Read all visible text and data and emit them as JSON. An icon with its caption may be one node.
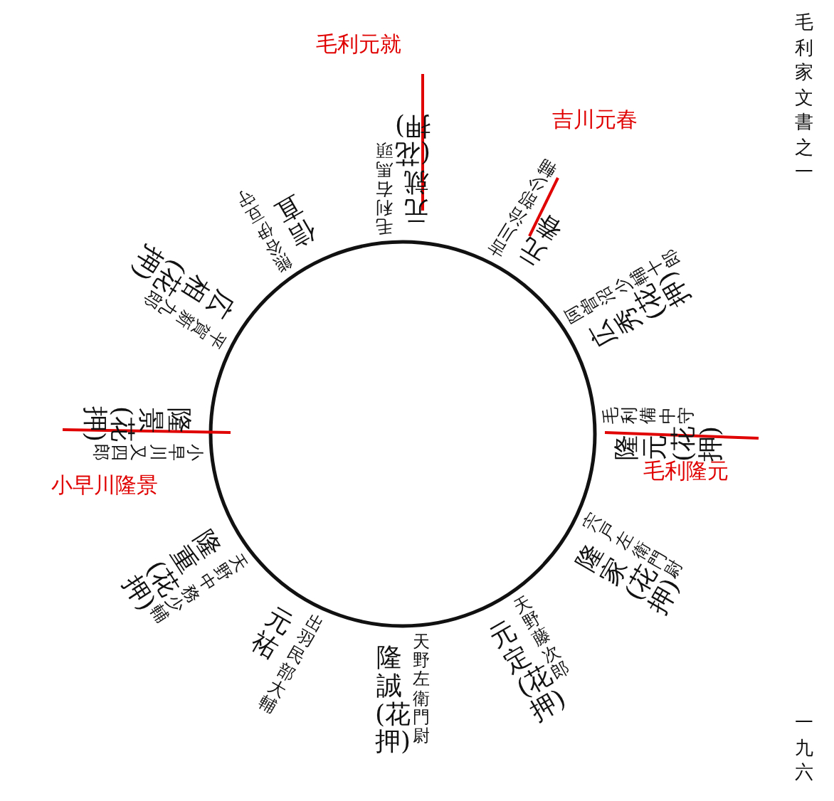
{
  "diagram": {
    "labels": [
      "毛利家文書之一",
      "毛利右馬頭",
      "元就(花押)",
      "吉川治部少輔",
      "元春",
      "阿曽沼少輔十郎",
      "広秀(花押)",
      "毛利備中守",
      "隆元(花押)",
      "宍戸左衛門尉",
      "隆家(花押)",
      "天野藤次郎",
      "元定(花押)",
      "天野左衛門尉",
      "隆誠(花押)",
      "出羽民部大輔",
      "元祐",
      "天野中務少輔",
      "隆重(花押)",
      "小早川又四郎",
      "隆景(花押)",
      "平賀新九郎",
      "広相(花押)",
      "熊谷伊豆守",
      "信直",
      "毛利元就",
      "吉川元春",
      "毛利隆元",
      "小早川隆景",
      "一九六"
    ]
  }
}
